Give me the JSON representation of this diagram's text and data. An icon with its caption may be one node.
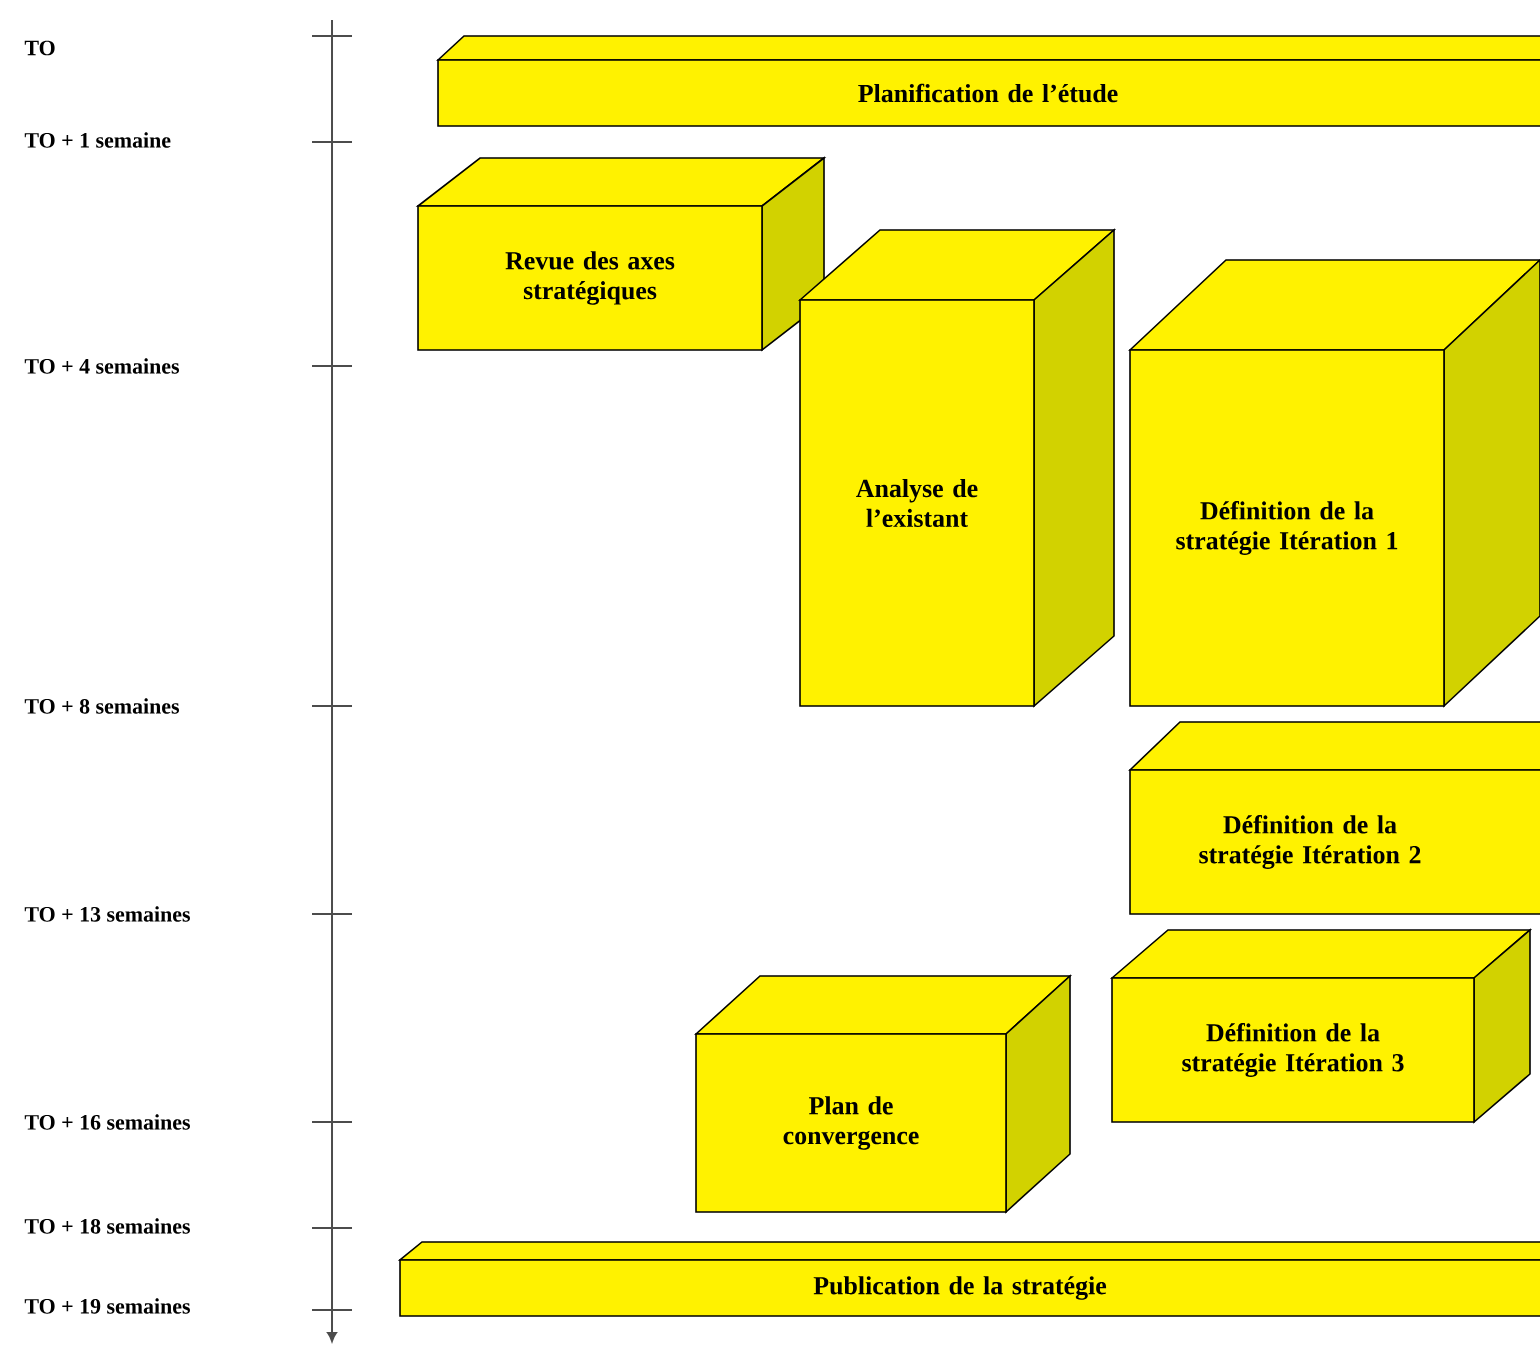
{
  "diagram": {
    "nodes": [
      {
        "text": [
          "Planification de l’étude"
        ]
      },
      {
        "text": [
          "Revue des axes stratégiques"
        ]
      },
      {
        "text": [
          "Analyse de l’existant"
        ]
      },
      {
        "text": [
          "Définition de la stratégie Itération 1"
        ]
      },
      {
        "text": [
          "Définition de la stratégie Itération 2"
        ]
      },
      {
        "text": [
          "Définition de la stratégie Itération 3"
        ]
      },
      {
        "text": [
          "Plan de convergence"
        ]
      },
      {
        "text": [
          "Publication de la stratégie"
        ]
      }
    ],
    "labels": [
      "TO",
      "TO + 1 semaine",
      "TO + 4 semaines",
      "TO + 8 semaines",
      "TO + 13 semaines",
      "TO + 16 semaines",
      "TO + 18 semaines",
      "TO + 19 semaines"
    ]
  }
}
